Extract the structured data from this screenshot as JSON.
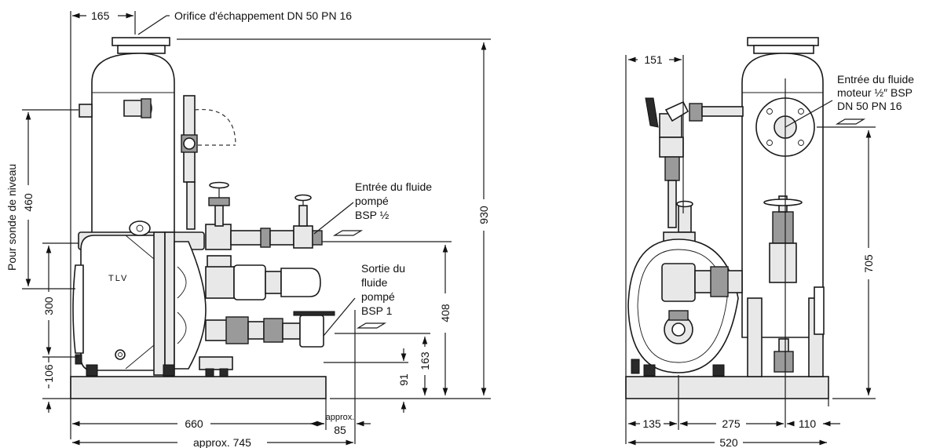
{
  "labels": {
    "exhaust": "Orifice d'échappement DN 50 PN 16",
    "level_probe": "Pour sonde de niveau",
    "pumped_in_l1": "Entrée du fluide",
    "pumped_in_l2": "pompé",
    "pumped_in_l3": "BSP ½",
    "pumped_out_l1": "Sortie du",
    "pumped_out_l2": "fluide",
    "pumped_out_l3": "pompé",
    "pumped_out_l4": "BSP 1",
    "motive_in_l1": "Entrée du fluide",
    "motive_in_l2": "moteur ½″ BSP",
    "motive_in_l3": "DN 50 PN 16",
    "brand": "TLV"
  },
  "dimensions": {
    "d165": "165",
    "d460": "460",
    "d930": "930",
    "d300": "300",
    "d106": "106",
    "d408": "408",
    "d163": "163",
    "d91": "91",
    "d660": "660",
    "approx_small": "approx.",
    "d85": "85",
    "d745": "approx. 745",
    "d151": "151",
    "d705": "705",
    "d135": "135",
    "d275": "275",
    "d110": "110",
    "d520": "520"
  }
}
